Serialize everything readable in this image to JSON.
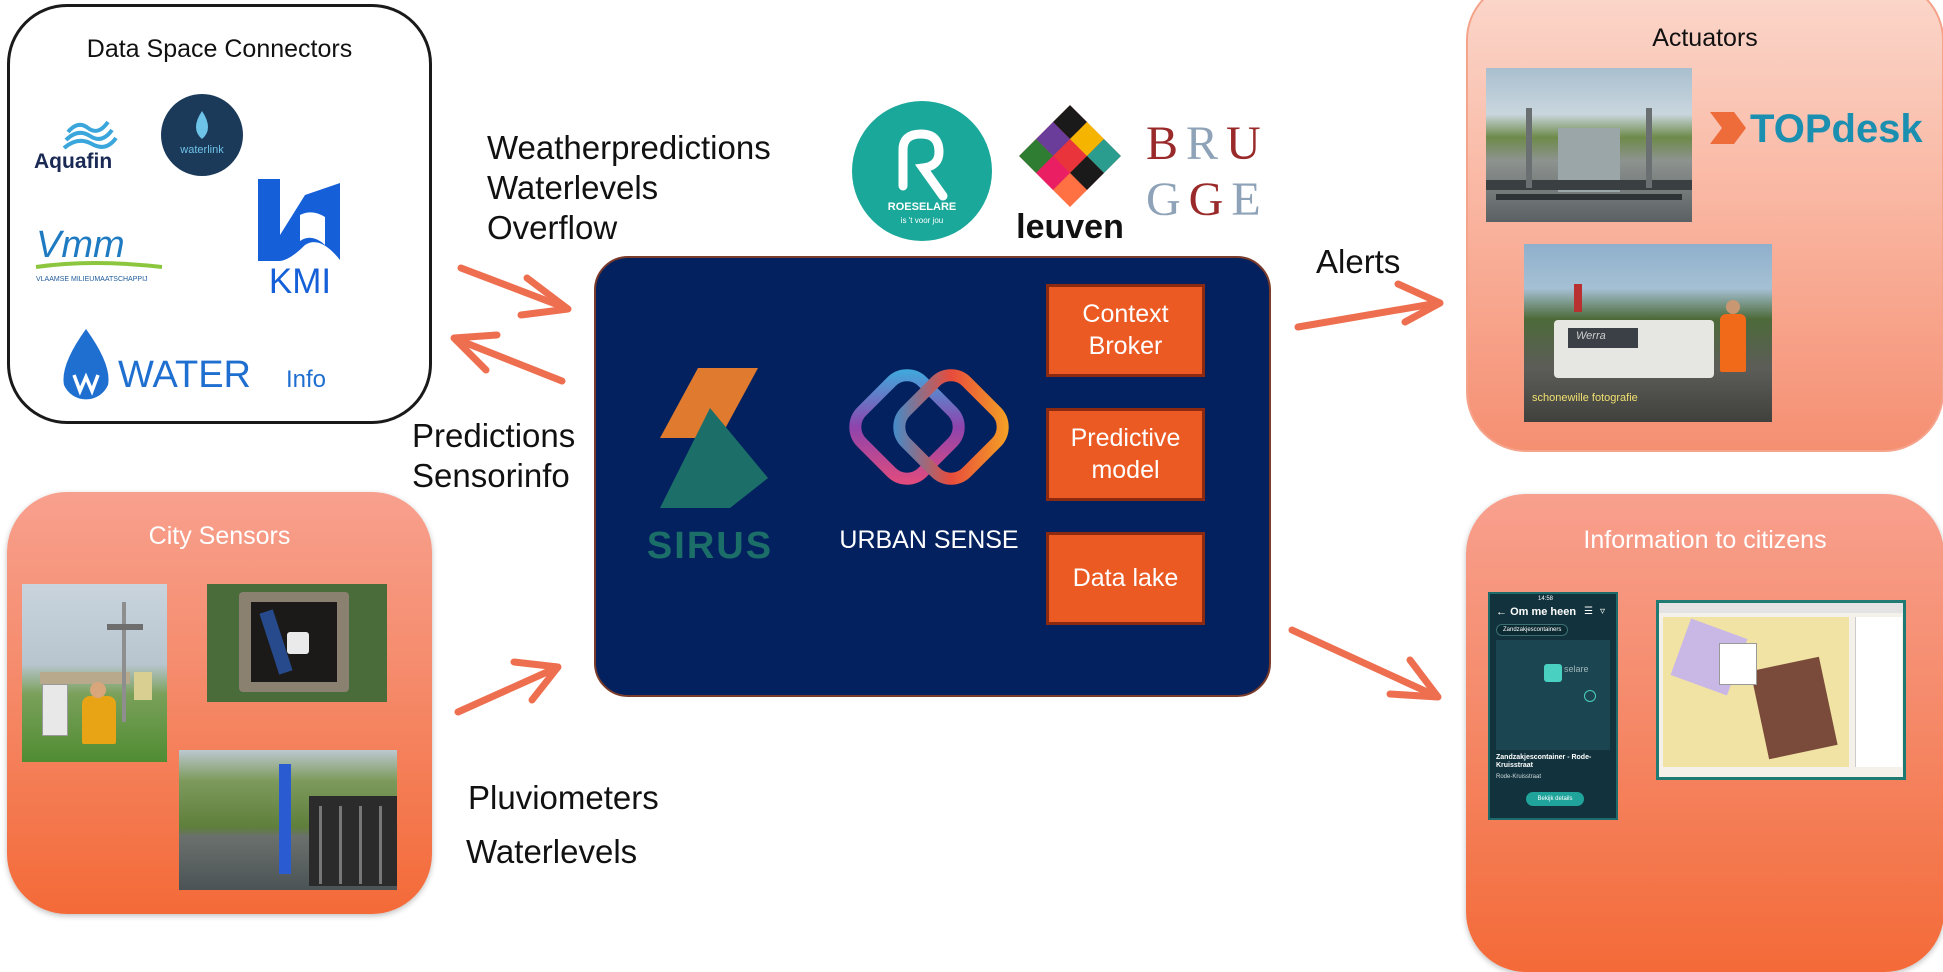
{
  "colors": {
    "platform": "#03215e",
    "module": "#ec5a24",
    "arrow": "#ee6f4f",
    "orange_box": "#f4784f"
  },
  "connectors_box": {
    "title": "Data Space Connectors",
    "logos": {
      "aquafin": "Aquafin",
      "waterlink": "waterlink",
      "vmm": "Vmm",
      "vmm_sub": "VLAAMSE MILIEUMAATSCHAPPIJ",
      "kmi": "KMI",
      "waterinfo_main": "WATER",
      "waterinfo_sub": "Info"
    }
  },
  "city_sensors_box": {
    "title": "City Sensors"
  },
  "actuators_box": {
    "title": "Actuators",
    "topdesk": "TOPdesk",
    "boat_name": "Werra",
    "photo_credit": "schonewille fotografie"
  },
  "citizens_box": {
    "title": "Information to citizens",
    "phone": {
      "time": "14:58",
      "header": "Om me heen",
      "filter_chip": "Zandzakjescontainers",
      "map_label": "selare",
      "card_title": "Zandzakjescontainer - Rode-Kruisstraat",
      "card_sub": "Rode-Kruisstraat",
      "card_button": "Bekijk details"
    }
  },
  "labels": {
    "top_inbound": "Weatherpredictions\nWaterlevels\nOverflow",
    "outbound_left": "Predictions\nSensorinfo",
    "bottom_inbound": "Pluviometers",
    "bottom_inbound_2": "Waterlevels",
    "alerts": "Alerts"
  },
  "cities": {
    "roeselare_name": "ROESELARE",
    "roeselare_tagline": "is 't voor jou",
    "leuven": "leuven",
    "brugge_row1": [
      "B",
      "R",
      "U"
    ],
    "brugge_row2": [
      "G",
      "G",
      "E"
    ]
  },
  "platform": {
    "sirus": "SIRUS",
    "urban_sense": "URBAN SENSE",
    "modules": [
      "Context\nBroker",
      "Predictive\nmodel",
      "Data lake"
    ]
  }
}
